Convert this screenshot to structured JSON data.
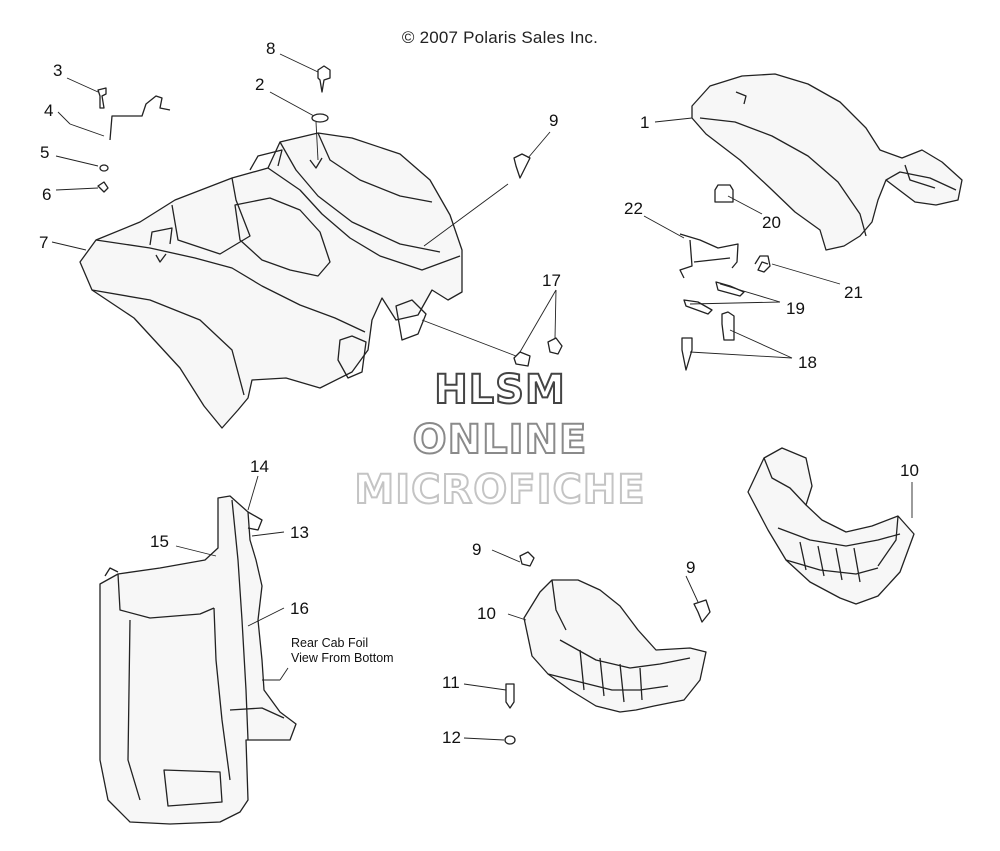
{
  "header": {
    "copyright": "© 2007 Polaris Sales Inc."
  },
  "watermark": {
    "line1": "HLSM",
    "line2": "ONLINE",
    "line3": "MICROFICHE"
  },
  "note": {
    "line1": "Rear Cab Foil",
    "line2": "View From Bottom"
  },
  "callouts": [
    {
      "id": "c8",
      "label": "8"
    },
    {
      "id": "c3",
      "label": "3"
    },
    {
      "id": "c2",
      "label": "2"
    },
    {
      "id": "c4",
      "label": "4"
    },
    {
      "id": "c9a",
      "label": "9"
    },
    {
      "id": "c5",
      "label": "5"
    },
    {
      "id": "c6",
      "label": "6"
    },
    {
      "id": "c7",
      "label": "7"
    },
    {
      "id": "c1",
      "label": "1"
    },
    {
      "id": "c20",
      "label": "20"
    },
    {
      "id": "c22",
      "label": "22"
    },
    {
      "id": "c21",
      "label": "21"
    },
    {
      "id": "c19",
      "label": "19"
    },
    {
      "id": "c17",
      "label": "17"
    },
    {
      "id": "c18",
      "label": "18"
    },
    {
      "id": "c14",
      "label": "14"
    },
    {
      "id": "c13",
      "label": "13"
    },
    {
      "id": "c15",
      "label": "15"
    },
    {
      "id": "c16",
      "label": "16"
    },
    {
      "id": "c10a",
      "label": "10"
    },
    {
      "id": "c9b",
      "label": "9"
    },
    {
      "id": "c9c",
      "label": "9"
    },
    {
      "id": "c10b",
      "label": "10"
    },
    {
      "id": "c11",
      "label": "11"
    },
    {
      "id": "c12",
      "label": "12"
    }
  ]
}
